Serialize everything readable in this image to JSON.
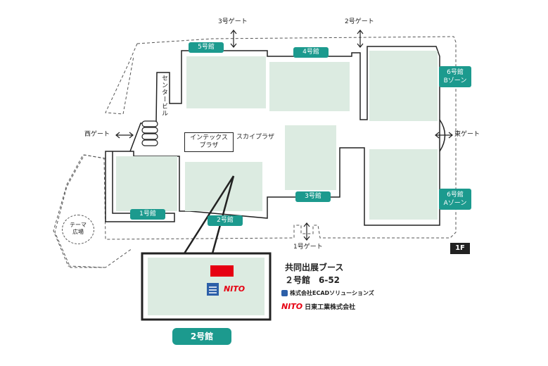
{
  "gates": {
    "gate3": "3号ゲート",
    "gate2": "2号ゲート",
    "west": "西ゲート",
    "east": "東ゲート",
    "gate1": "1号ゲート"
  },
  "halls": {
    "hall5": "5号館",
    "hall4": "4号館",
    "hall1": "1号館",
    "hall2": "2号館",
    "hall3": "3号館",
    "hall6b_line1": "6号館",
    "hall6b_line2": "Bゾーン",
    "hall6a_line1": "6号館",
    "hall6a_line2": "Aゾーン"
  },
  "areas": {
    "center_building": "センタービル",
    "intex_plaza_line1": "インテックス",
    "intex_plaza_line2": "プラザ",
    "sky_plaza": "スカイプラザ",
    "theme_plaza_line1": "テーマ",
    "theme_plaza_line2": "広場"
  },
  "floor_badge": "1F",
  "booth_info": {
    "title": "共同出展ブース",
    "location": "２号館　6-52",
    "company1": "株式会社ECADソリューションズ",
    "company2": "日東工業株式会社",
    "company2_logo": "NITO",
    "booth_logo": "NITO",
    "hall_label": "2号館"
  },
  "colors": {
    "accent": "#1c9a8e",
    "hall_fill": "#dcebe1",
    "booth_red": "#e60012",
    "ecad_blue": "#2c5fa8"
  }
}
